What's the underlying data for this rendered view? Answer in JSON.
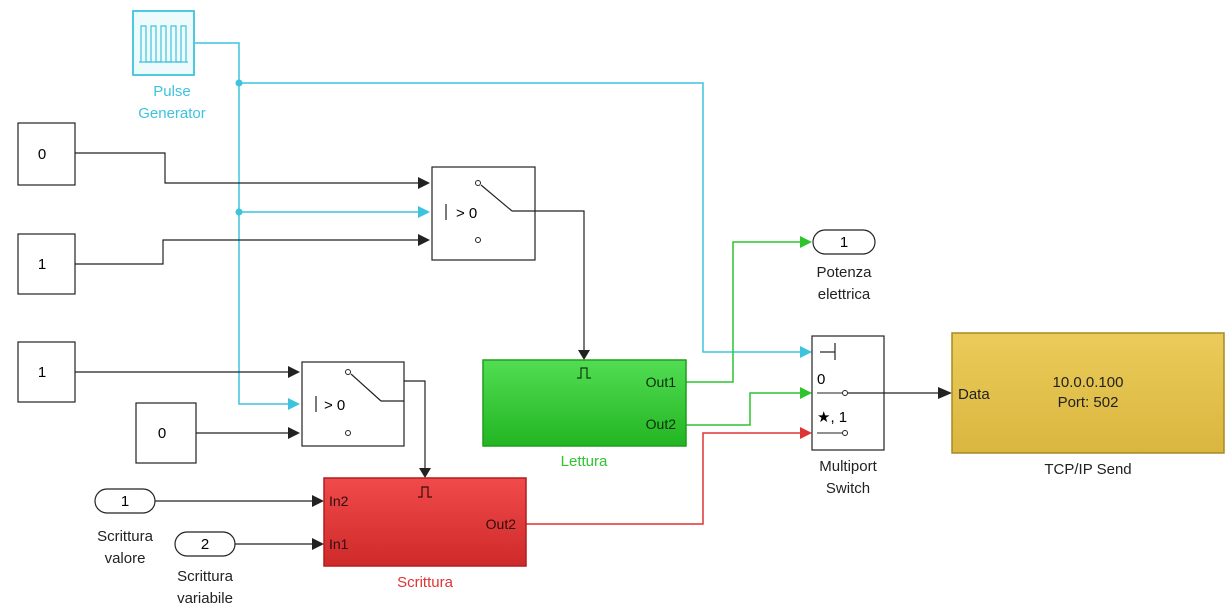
{
  "colors": {
    "cyan": "#3ec3dd",
    "green_fill": "#36cc36",
    "green_line": "#2fc42f",
    "red_fill": "#e33a3a",
    "red_line": "#e03333",
    "gold_fill": "#e3c24c",
    "black": "#222222"
  },
  "pulse_generator": {
    "label_line1": "Pulse",
    "label_line2": "Generator",
    "icon": "pulse-train-icon"
  },
  "constants": {
    "c1": "0",
    "c2": "1",
    "c3": "1",
    "c4": "0"
  },
  "switch_top": {
    "criterion": "> 0"
  },
  "switch_bottom": {
    "criterion": "> 0"
  },
  "lettura": {
    "name": "Lettura",
    "out1": "Out1",
    "out2": "Out2",
    "trigger_icon": "pulse-trigger-icon"
  },
  "scrittura": {
    "name": "Scrittura",
    "in1": "In1",
    "in2": "In2",
    "out2": "Out2",
    "trigger_icon": "pulse-trigger-icon"
  },
  "inport_1": {
    "number": "1",
    "label_line1": "Scrittura",
    "label_line2": "valore"
  },
  "inport_2": {
    "number": "2",
    "label_line1": "Scrittura",
    "label_line2": "variabile"
  },
  "outport_1": {
    "number": "1",
    "label_line1": "Potenza",
    "label_line2": "elettrica"
  },
  "multiport_switch": {
    "label_line1": "Multiport",
    "label_line2": "Switch",
    "port_0": "0",
    "port_default": "★, 1"
  },
  "tcpip_send": {
    "name": "TCP/IP Send",
    "port_label": "Data",
    "ip": "10.0.0.100",
    "port": "Port: 502"
  }
}
